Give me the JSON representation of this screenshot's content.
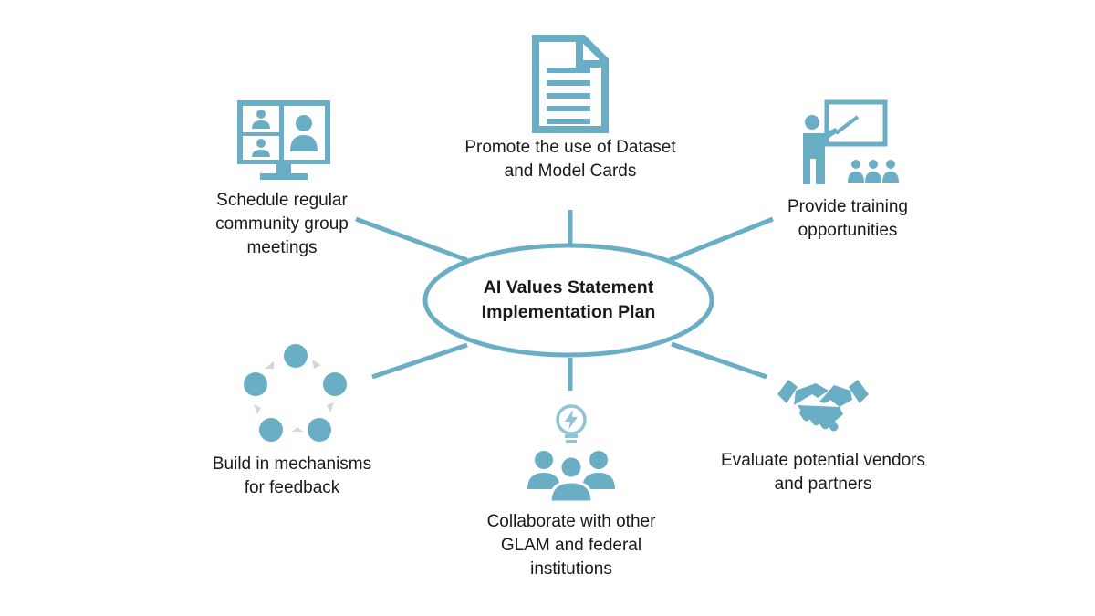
{
  "colors": {
    "accent": "#6aaec6",
    "accent_light": "#8fc3d6",
    "arrow": "#d6d6d6",
    "text": "#1a1a1a",
    "background": "#ffffff"
  },
  "center": {
    "line1": "AI Values Statement",
    "line2": "Implementation Plan"
  },
  "nodes": {
    "top": {
      "icon": "document-icon",
      "line1": "Promote the use of Dataset",
      "line2": "and Model Cards"
    },
    "top_left": {
      "icon": "video-conference-icon",
      "line1": "Schedule regular",
      "line2": "community group",
      "line3": "meetings"
    },
    "top_right": {
      "icon": "presentation-icon",
      "line1": "Provide training",
      "line2": "opportunities"
    },
    "bottom_left": {
      "icon": "feedback-cycle-icon",
      "line1": "Build in mechanisms",
      "line2": "for feedback"
    },
    "bottom": {
      "icon": "team-idea-icon",
      "line1": "Collaborate with other",
      "line2": "GLAM and federal",
      "line3": "institutions"
    },
    "bottom_right": {
      "icon": "handshake-icon",
      "line1": "Evaluate potential vendors",
      "line2": "and partners"
    }
  }
}
